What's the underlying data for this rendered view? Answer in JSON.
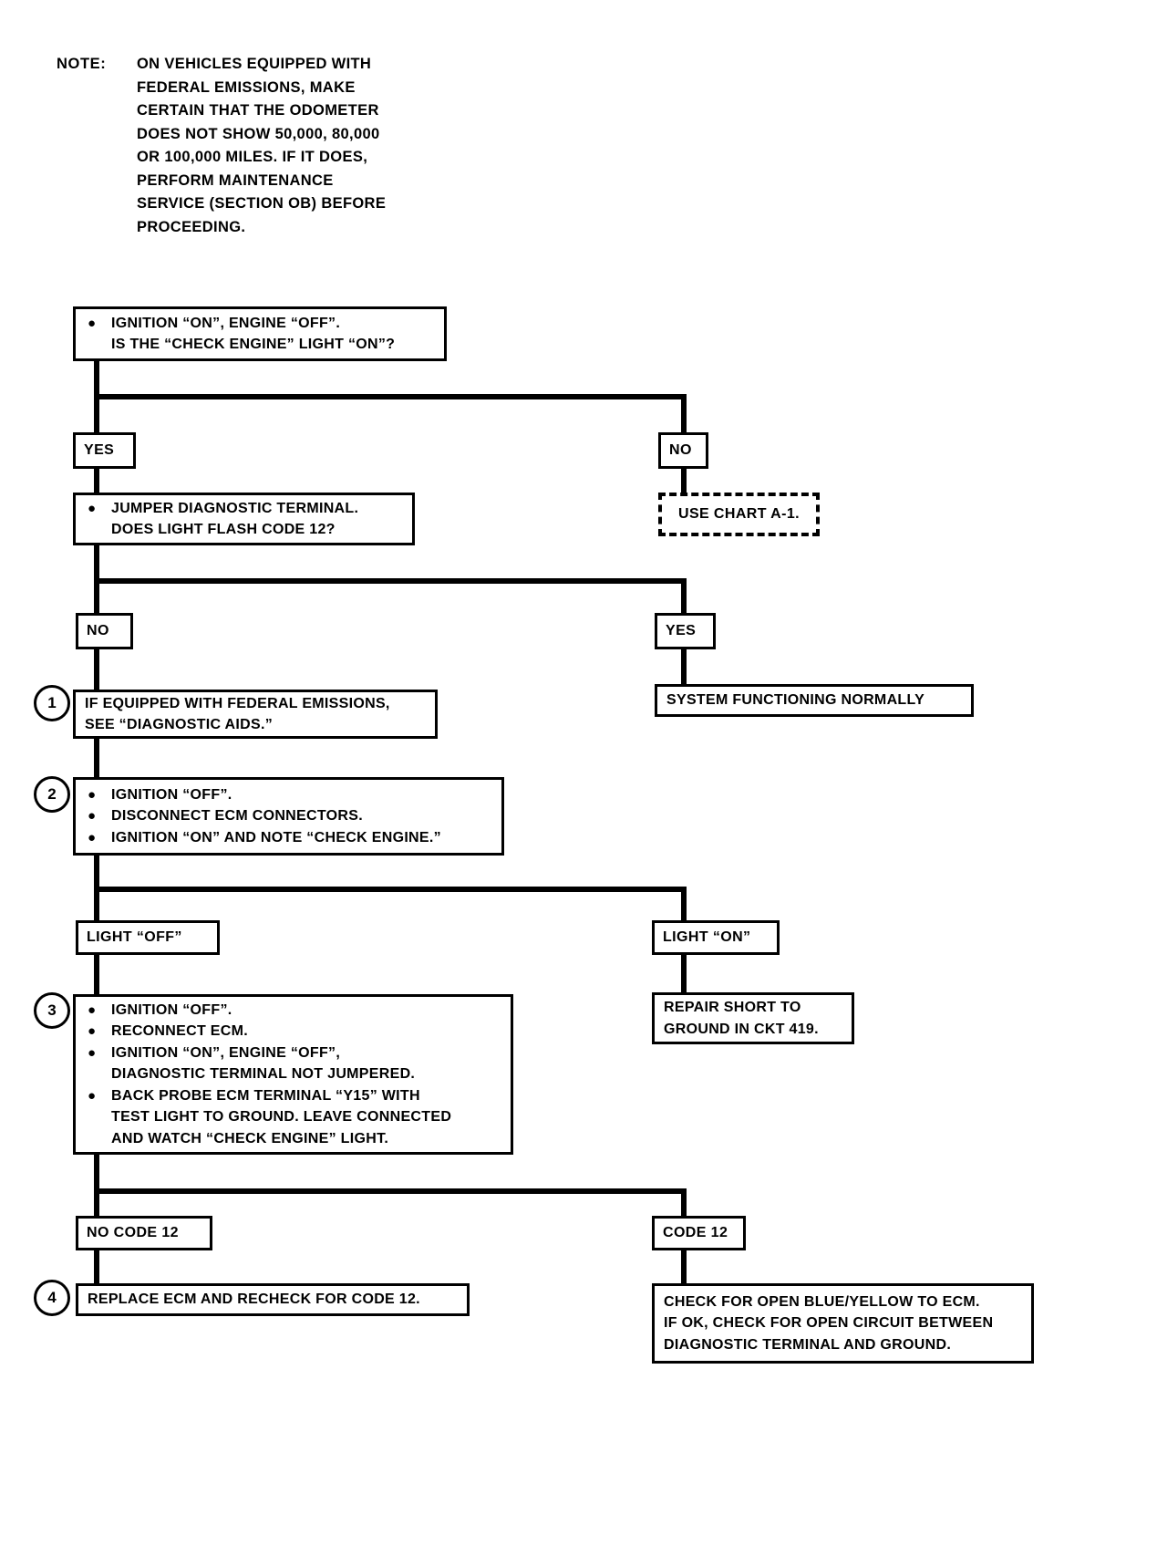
{
  "note": {
    "label": "NOTE:",
    "text": "ON VEHICLES EQUIPPED WITH\nFEDERAL EMISSIONS, MAKE\nCERTAIN THAT THE ODOMETER\nDOES NOT SHOW 50,000, 80,000\nOR 100,000 MILES.  IF IT DOES,\nPERFORM MAINTENANCE\nSERVICE (SECTION OB) BEFORE\nPROCEEDING."
  },
  "colors": {
    "ink": "#000000",
    "paper": "#ffffff"
  },
  "steps": {
    "one": "1",
    "two": "2",
    "three": "3",
    "four": "4"
  },
  "nodes": {
    "q1": {
      "bullets": [
        "IGNITION “ON”, ENGINE “OFF”.\nIS THE “CHECK ENGINE” LIGHT “ON”?"
      ]
    },
    "q1_yes_tag": "YES",
    "q1_no_tag": "NO",
    "use_chart": "USE  CHART A-1.",
    "q2": {
      "bullets": [
        "JUMPER DIAGNOSTIC TERMINAL.\nDOES LIGHT FLASH CODE 12?"
      ]
    },
    "q2_no_tag": "NO",
    "q2_yes_tag": "YES",
    "system_normal": "SYSTEM FUNCTIONING NORMALLY",
    "step1": "IF EQUIPPED WITH FEDERAL EMISSIONS,\nSEE “DIAGNOSTIC AIDS.”",
    "step2": {
      "bullets": [
        "IGNITION “OFF”.",
        "DISCONNECT ECM CONNECTORS.",
        "IGNITION “ON” AND NOTE “CHECK ENGINE.”"
      ]
    },
    "light_off_tag": "LIGHT “OFF”",
    "light_on_tag": "LIGHT “ON”",
    "repair_short": "REPAIR SHORT TO\nGROUND IN CKT 419.",
    "step3": {
      "bullets": [
        "IGNITION “OFF”.",
        "RECONNECT ECM.",
        "IGNITION “ON”, ENGINE “OFF”,\nDIAGNOSTIC TERMINAL NOT JUMPERED.",
        "BACK PROBE ECM TERMINAL “Y15” WITH\nTEST LIGHT TO GROUND. LEAVE CONNECTED\nAND WATCH “CHECK ENGINE” LIGHT."
      ]
    },
    "no_code12_tag": "NO CODE 12",
    "code12_tag": "CODE 12",
    "step4": "REPLACE ECM AND RECHECK FOR CODE 12.",
    "check_open": "CHECK FOR OPEN BLUE/YELLOW TO ECM.\nIF OK, CHECK FOR OPEN CIRCUIT BETWEEN\nDIAGNOSTIC TERMINAL AND GROUND."
  }
}
